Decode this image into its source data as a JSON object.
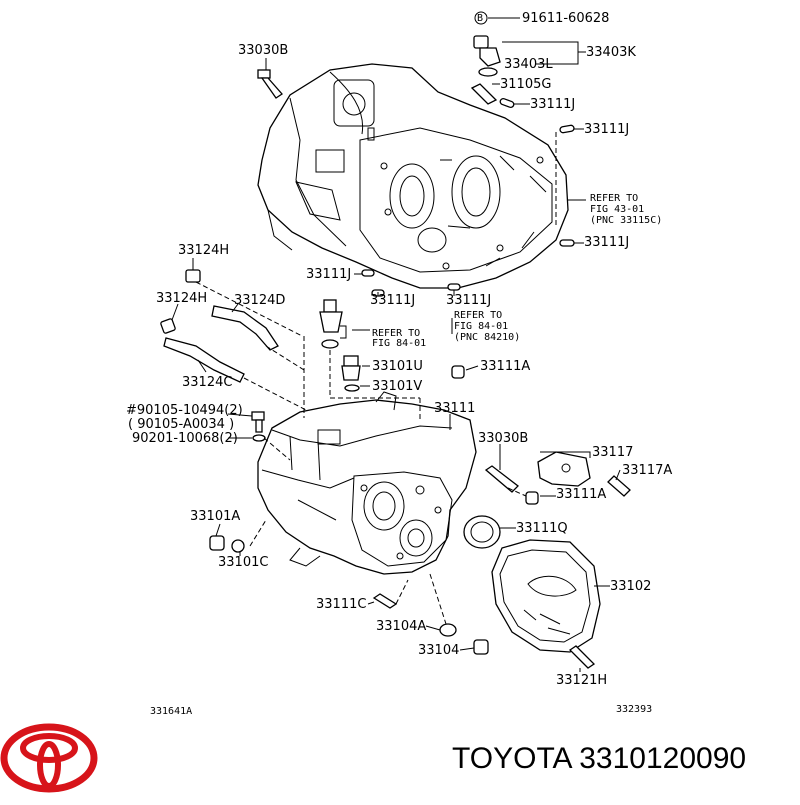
{
  "labels": {
    "b_circle": "B",
    "p91611": "91611-60628",
    "p33403K": "33403K",
    "p33403L": "33403L",
    "p33030B_top": "33030B",
    "p31105G": "31105G",
    "p33111J_1": "33111J",
    "p33111J_2": "33111J",
    "p33111J_3": "33111J",
    "p33111J_4": "33111J",
    "p33111J_5": "33111J",
    "p33111J_6": "33111J",
    "ref4301_1": "REFER TO",
    "ref4301_2": "FIG 43-01",
    "ref4301_3": "(PNC 33115C)",
    "p33124H_1": "33124H",
    "p33124H_2": "33124H",
    "p33124D": "33124D",
    "p33124C": "33124C",
    "ref8401a_1": "REFER TO",
    "ref8401a_2": "FIG 84-01",
    "ref8401a_3": "(PNC 84210)",
    "ref8401b_1": "REFER TO",
    "ref8401b_2": "FIG 84-01",
    "p33101U": "33101U",
    "p33101V": "33101V",
    "p33111A_1": "33111A",
    "p90105a": "#90105-10494(2)",
    "p90105b": "( 90105-A0034  )",
    "p90201": "90201-10068(2)",
    "p33111": "33111",
    "p33030B_mid": "33030B",
    "p33117": "33117",
    "p33117A": "33117A",
    "p33111A_2": "33111A",
    "p33101A": "33101A",
    "p33101C": "33101C",
    "p33111Q": "33111Q",
    "p33102": "33102",
    "p33111C": "33111C",
    "p33104A": "33104A",
    "p33104": "33104",
    "p33121H": "33121H",
    "code_left": "331641A",
    "code_right": "332393"
  },
  "brand": {
    "caption": "TOYOTA 3310120090",
    "logo_color": "#d7141a",
    "logo_icon": "toyota-logo-icon"
  }
}
